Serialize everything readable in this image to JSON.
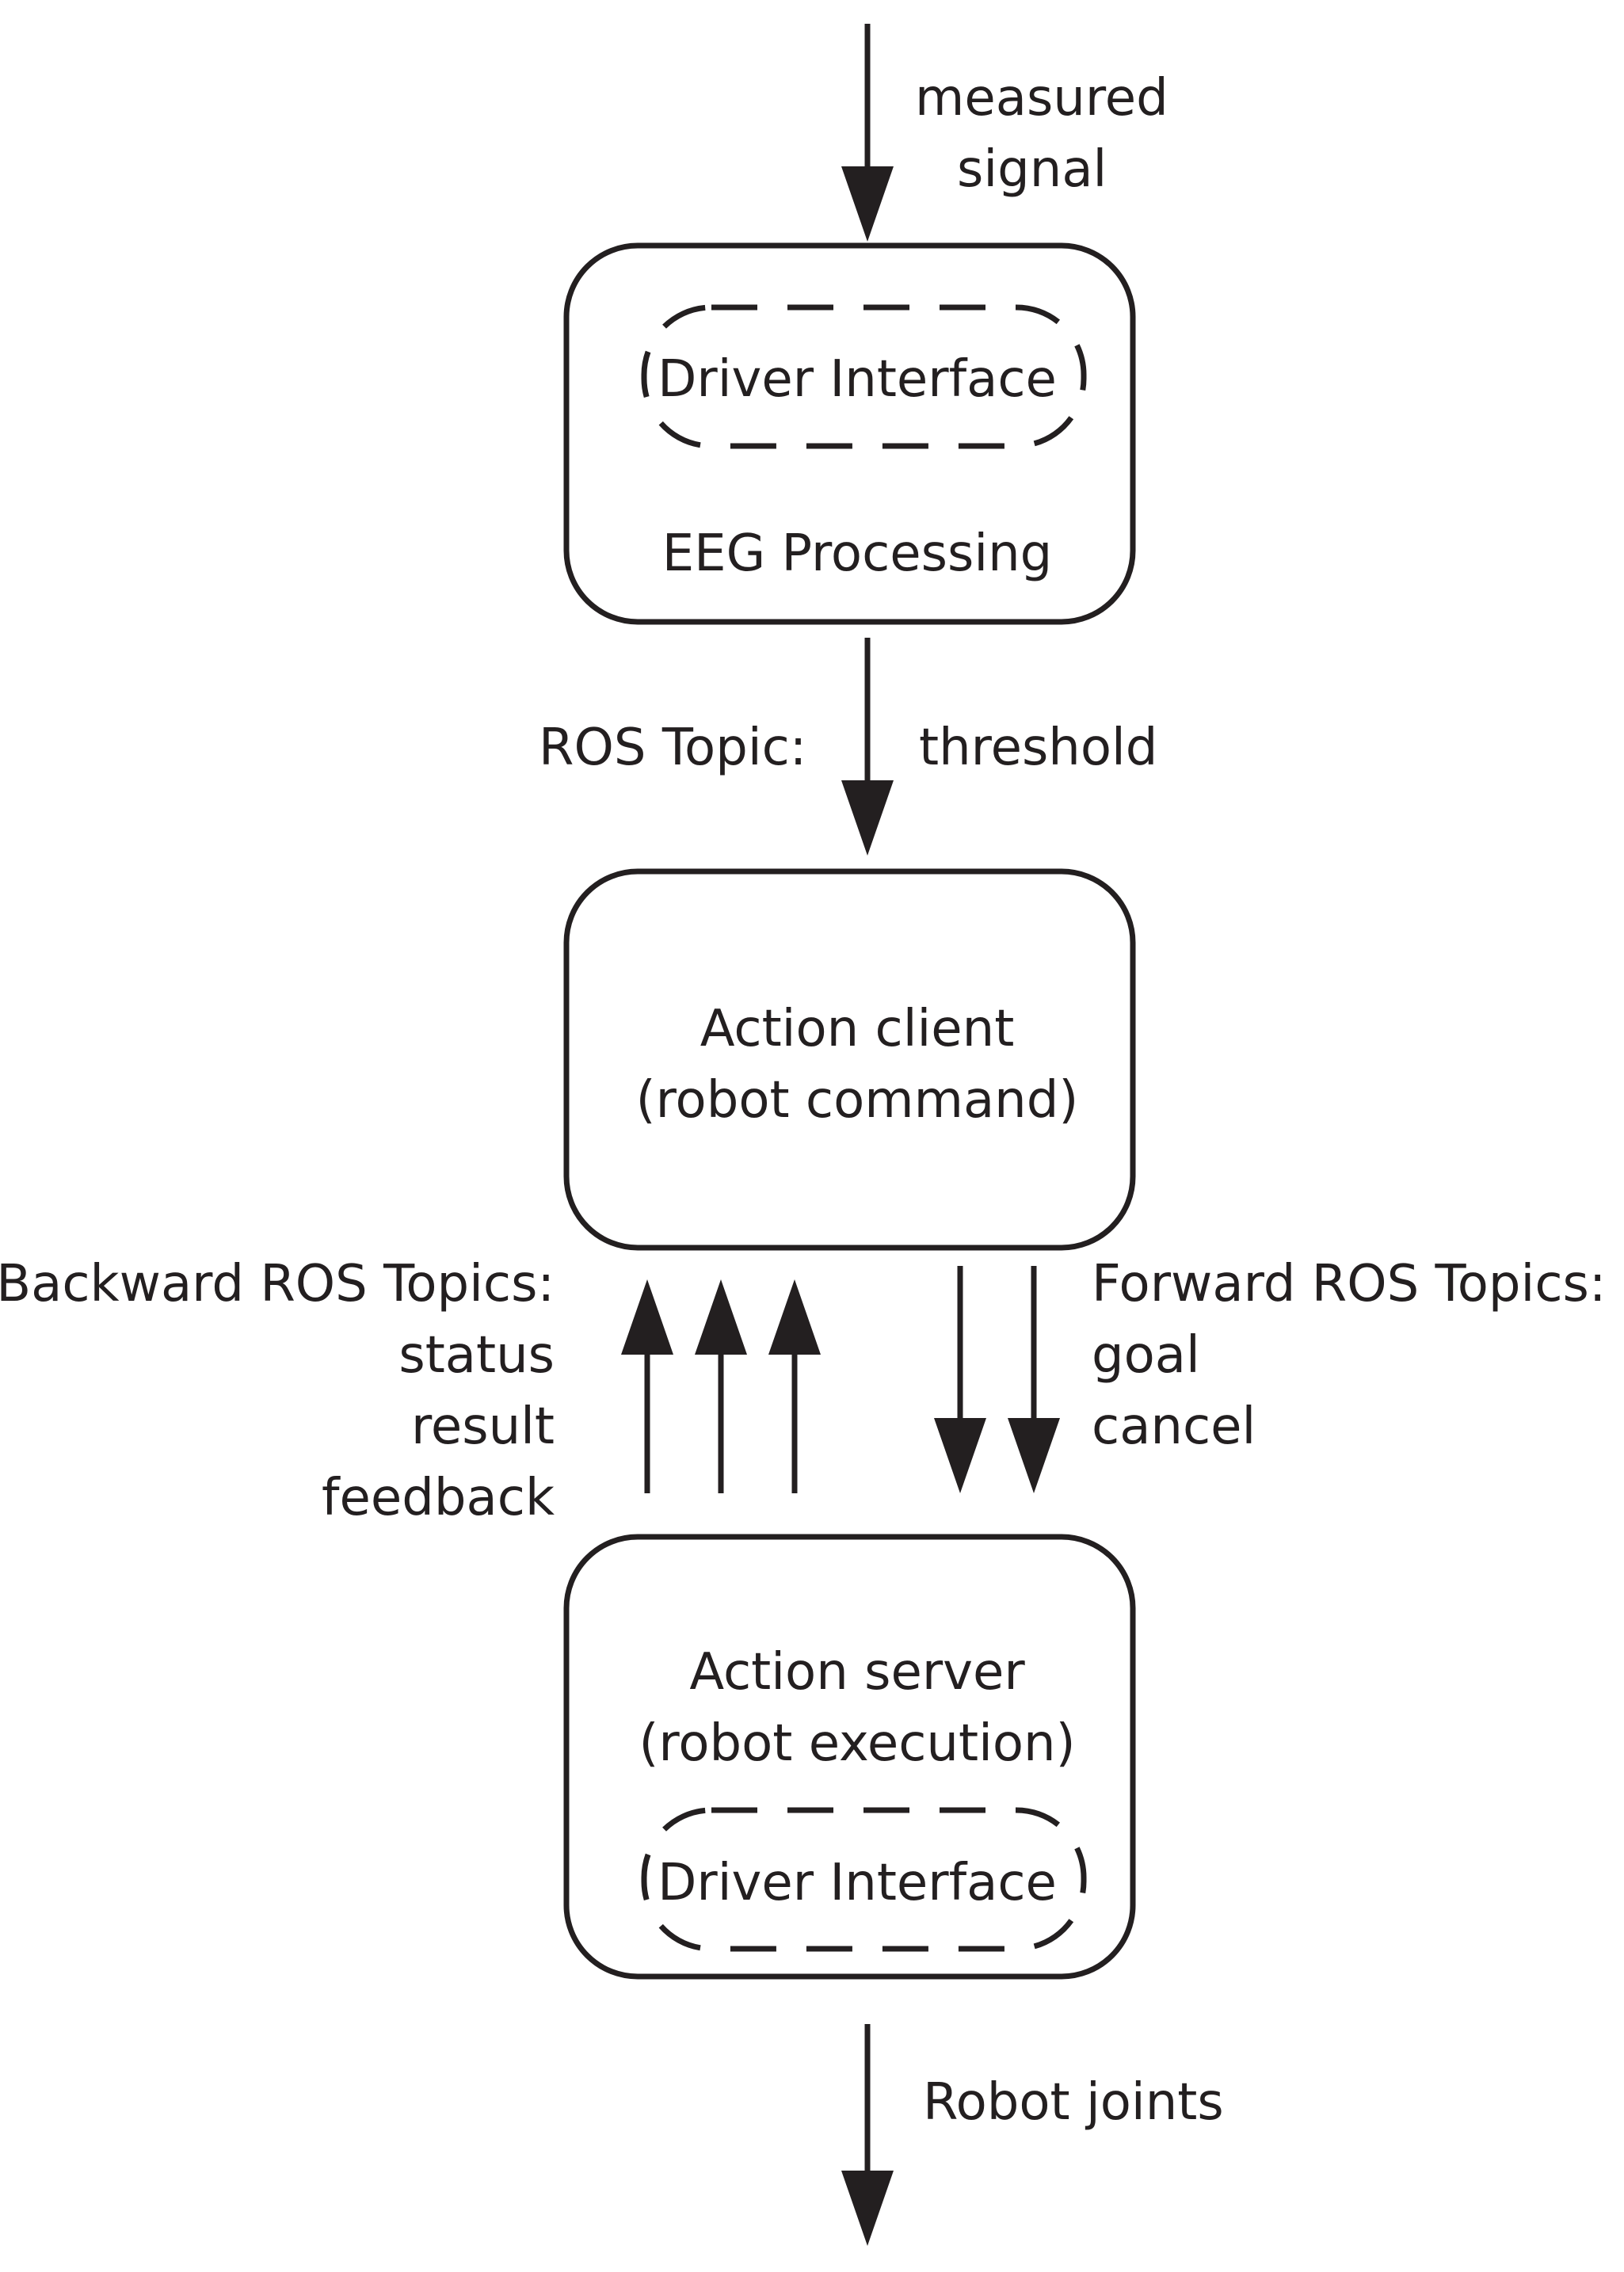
{
  "diagram": {
    "input": {
      "label_line1": "measured",
      "label_line2": "signal"
    },
    "eeg_box": {
      "inner_label": "Driver Interface",
      "label": "EEG Processing"
    },
    "topic_link": {
      "left_label": "ROS Topic:",
      "right_label": "threshold"
    },
    "client_box": {
      "line1": "Action client",
      "line2": "(robot command)"
    },
    "backward": {
      "title": "Backward ROS Topics:",
      "items": [
        "status",
        "result",
        "feedback"
      ]
    },
    "forward": {
      "title": "Forward ROS Topics:",
      "items": [
        "goal",
        "cancel"
      ]
    },
    "server_box": {
      "line1": "Action server",
      "line2": "(robot execution)",
      "inner_label": "Driver Interface"
    },
    "output": {
      "label": "Robot joints"
    }
  }
}
